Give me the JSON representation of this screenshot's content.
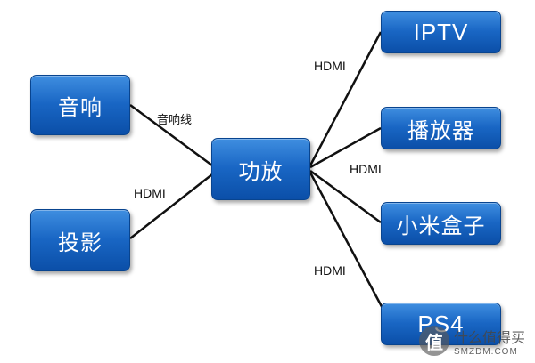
{
  "nodes": {
    "speaker": "音响",
    "projector": "投影",
    "amplifier": "功放",
    "iptv": "IPTV",
    "player": "播放器",
    "mibox": "小米盒子",
    "ps4": "PS4"
  },
  "edge_labels": {
    "speaker_cable": "音响线",
    "hdmi_projector": "HDMI",
    "hdmi_iptv": "HDMI",
    "hdmi_player": "HDMI",
    "hdmi_ps4": "HDMI"
  },
  "watermark": {
    "symbol": "值",
    "text_cn": "什么值得买",
    "text_en": "SMZDM.COM"
  },
  "colors": {
    "node_fill": "#1966c4",
    "node_border": "#08448f",
    "line": "#111111"
  }
}
